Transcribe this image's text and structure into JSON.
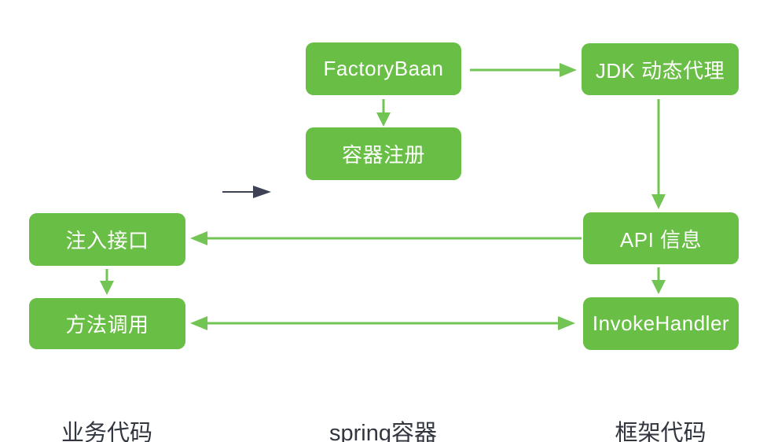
{
  "panels": [
    {
      "id": "business",
      "label": "业务代码"
    },
    {
      "id": "spring",
      "label": "spring容器"
    },
    {
      "id": "framework",
      "label": "框架代码"
    }
  ],
  "nodes": {
    "factory_baan": "FactoryBaan",
    "container_register": "容器注册",
    "jdk_proxy": "JDK 动态代理",
    "api_info": "API 信息",
    "invoke_handler": "InvokeHandler",
    "inject_interface": "注入接口",
    "method_call": "方法调用"
  },
  "edges": [
    {
      "from": "FactoryBaan",
      "to": "JDK 动态代理",
      "arrow": "forward",
      "color": "#72C454"
    },
    {
      "from": "FactoryBaan",
      "to": "容器注册",
      "arrow": "forward",
      "color": "#72C454"
    },
    {
      "from": "JDK 动态代理",
      "to": "API 信息",
      "arrow": "forward",
      "color": "#72C454"
    },
    {
      "from": "API 信息",
      "to": "注入接口",
      "arrow": "forward",
      "color": "#72C454"
    },
    {
      "from": "API 信息",
      "to": "InvokeHandler",
      "arrow": "forward",
      "color": "#72C454"
    },
    {
      "from": "注入接口",
      "to": "方法调用",
      "arrow": "forward",
      "color": "#72C454"
    },
    {
      "from": "方法调用",
      "to": "InvokeHandler",
      "arrow": "both",
      "color": "#72C454"
    },
    {
      "from": "业务代码",
      "to": "spring容器",
      "arrow": "forward",
      "color": "#3D4254"
    }
  ],
  "colors": {
    "node_fill": "#69BE45",
    "arrow_green": "#72C454",
    "arrow_dark": "#3D4254",
    "node_text": "#FFFFFF",
    "panel_bg": "#FFFFFF",
    "label_text": "#31363F",
    "page_bg": "#FFFFFF"
  }
}
